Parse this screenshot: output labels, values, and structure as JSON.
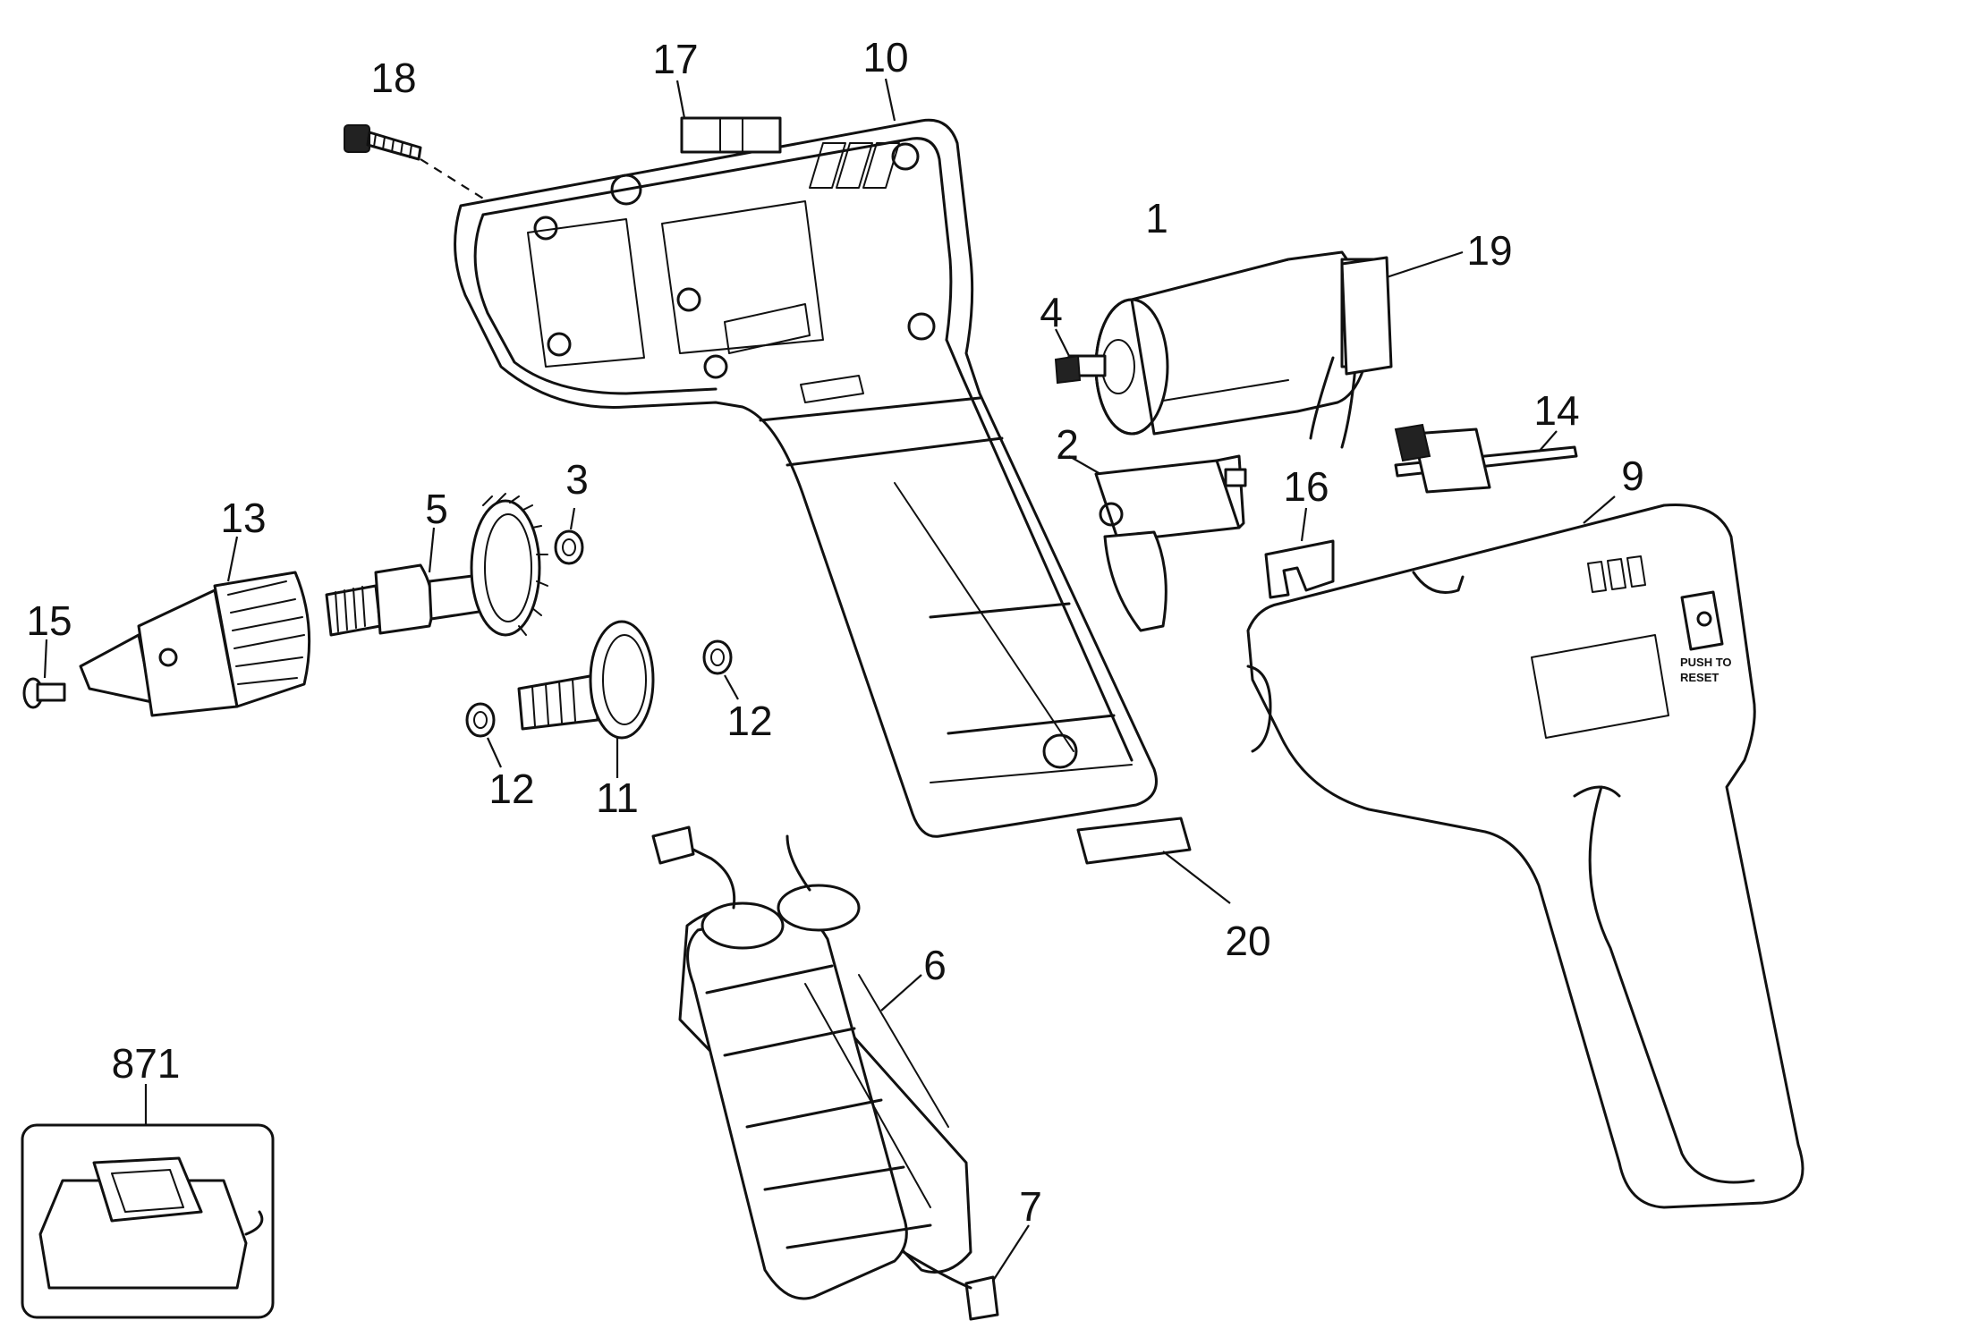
{
  "labels": {
    "p1": "1",
    "p2": "2",
    "p3": "3",
    "p4": "4",
    "p5": "5",
    "p6": "6",
    "p7": "7",
    "p9": "9",
    "p10": "10",
    "p11": "11",
    "p12a": "12",
    "p12b": "12",
    "p13": "13",
    "p14": "14",
    "p15": "15",
    "p16": "16",
    "p17": "17",
    "p18": "18",
    "p19": "19",
    "p20": "20",
    "p871": "871"
  },
  "housing_button": {
    "line1": "PUSH TO",
    "line2": "RESET"
  },
  "colors": {
    "ink": "#111111",
    "paper": "#ffffff"
  }
}
